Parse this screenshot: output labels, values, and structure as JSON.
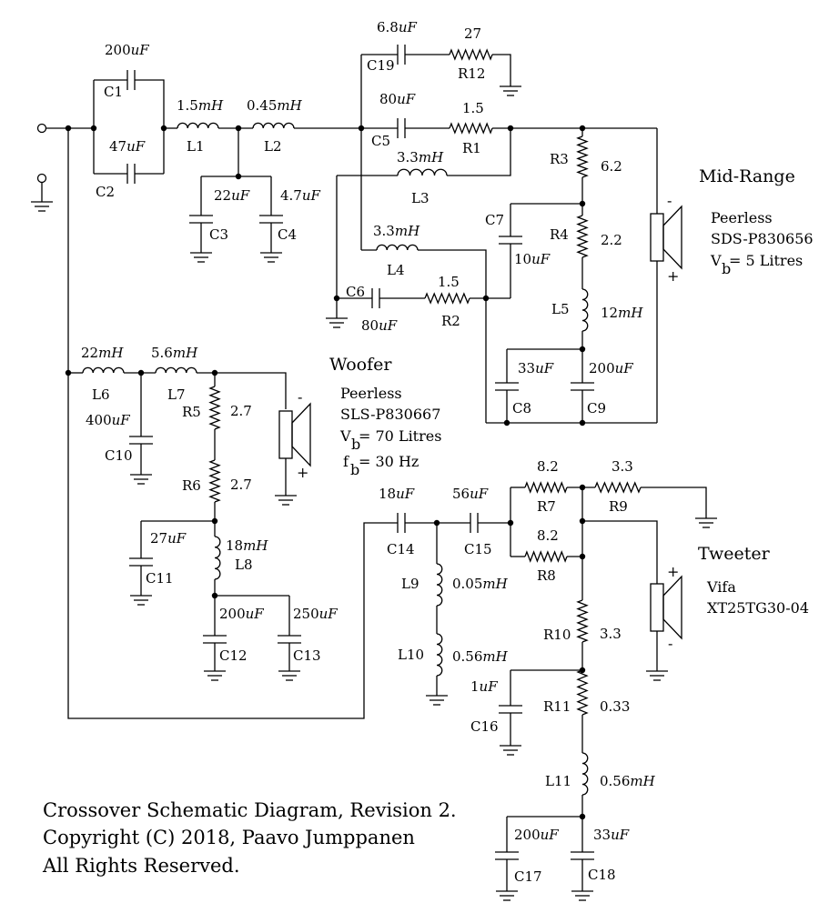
{
  "components": {
    "C1": {
      "ref": "C1",
      "value": "200uF"
    },
    "C2": {
      "ref": "C2",
      "value": "47uF"
    },
    "L1": {
      "ref": "L1",
      "value": "1.5mH"
    },
    "L2": {
      "ref": "L2",
      "value": "0.45mH"
    },
    "C3": {
      "ref": "C3",
      "value": "22uF"
    },
    "C4": {
      "ref": "C4",
      "value": "4.7uF"
    },
    "C19": {
      "ref": "C19",
      "value": "6.8uF"
    },
    "R12": {
      "ref": "R12",
      "value": "27"
    },
    "C5": {
      "ref": "C5",
      "value": "80uF"
    },
    "R1": {
      "ref": "R1",
      "value": "1.5"
    },
    "L3": {
      "ref": "L3",
      "value": "3.3mH"
    },
    "L4": {
      "ref": "L4",
      "value": "3.3mH"
    },
    "C6": {
      "ref": "C6",
      "value": "80uF"
    },
    "R2": {
      "ref": "R2",
      "value": "1.5"
    },
    "C7": {
      "ref": "C7",
      "value": "10uF"
    },
    "R3": {
      "ref": "R3",
      "value": "6.2"
    },
    "R4": {
      "ref": "R4",
      "value": "2.2"
    },
    "L5": {
      "ref": "L5",
      "value": "12mH"
    },
    "C8": {
      "ref": "C8",
      "value": "33uF"
    },
    "C9": {
      "ref": "C9",
      "value": "200uF"
    },
    "L6": {
      "ref": "L6",
      "value": "22mH"
    },
    "L7": {
      "ref": "L7",
      "value": "5.6mH"
    },
    "C10": {
      "ref": "C10",
      "value": "400uF"
    },
    "R5": {
      "ref": "R5",
      "value": "2.7"
    },
    "R6": {
      "ref": "R6",
      "value": "2.7"
    },
    "C11": {
      "ref": "C11",
      "value": "27uF"
    },
    "L8": {
      "ref": "L8",
      "value": "18mH"
    },
    "C12": {
      "ref": "C12",
      "value": "200uF"
    },
    "C13": {
      "ref": "C13",
      "value": "250uF"
    },
    "C14": {
      "ref": "C14",
      "value": "18uF"
    },
    "C15": {
      "ref": "C15",
      "value": "56uF"
    },
    "L9": {
      "ref": "L9",
      "value": "0.05mH"
    },
    "L10": {
      "ref": "L10",
      "value": "0.56mH"
    },
    "R7": {
      "ref": "R7",
      "value": "8.2"
    },
    "R8": {
      "ref": "R8",
      "value": "8.2"
    },
    "R9": {
      "ref": "R9",
      "value": "3.3"
    },
    "R10": {
      "ref": "R10",
      "value": "3.3"
    },
    "C16": {
      "ref": "C16",
      "value": "1uF"
    },
    "R11": {
      "ref": "R11",
      "value": "0.33"
    },
    "L11": {
      "ref": "L11",
      "value": "0.56mH"
    },
    "C17": {
      "ref": "C17",
      "value": "200uF"
    },
    "C18": {
      "ref": "C18",
      "value": "33uF"
    }
  },
  "drivers": {
    "midrange": {
      "title": "Mid-Range",
      "brand": "Peerless",
      "model": "SDS-P830656",
      "vb": "= 5 Litres",
      "minus": "-",
      "plus": "+"
    },
    "woofer": {
      "title": "Woofer",
      "brand": "Peerless",
      "model": "SLS-P830667",
      "vb": "= 70 Litres",
      "fb": "= 30 Hz",
      "minus": "-",
      "plus": "+"
    },
    "tweeter": {
      "title": "Tweeter",
      "brand": "Vifa",
      "model": "XT25TG30-04",
      "minus": "-",
      "plus": "+"
    }
  },
  "symbols": {
    "v": "V",
    "f": "f",
    "b": "b"
  },
  "caption": {
    "line1": "Crossover Schematic Diagram, Revision 2.",
    "line2": "Copyright (C) 2018, Paavo Jumppanen",
    "line3": "All Rights Reserved."
  }
}
